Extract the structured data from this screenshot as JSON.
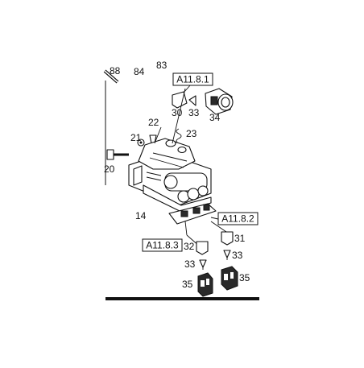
{
  "diagram": {
    "part_numbers": {
      "p88": "88",
      "p84": "84",
      "p83": "83",
      "p22": "22",
      "p21": "21",
      "p23": "23",
      "p20": "20",
      "p30": "30",
      "p33a": "33",
      "p34": "34",
      "p14": "14",
      "p31": "31",
      "p33b": "33",
      "p32": "32",
      "p33c": "33",
      "p35a": "35",
      "p35b": "35"
    },
    "references": {
      "r1": "A11.8.1",
      "r2": "A11.8.2",
      "r3": "A11.8.3"
    },
    "colors": {
      "ink": "#111111",
      "background": "#ffffff"
    }
  }
}
